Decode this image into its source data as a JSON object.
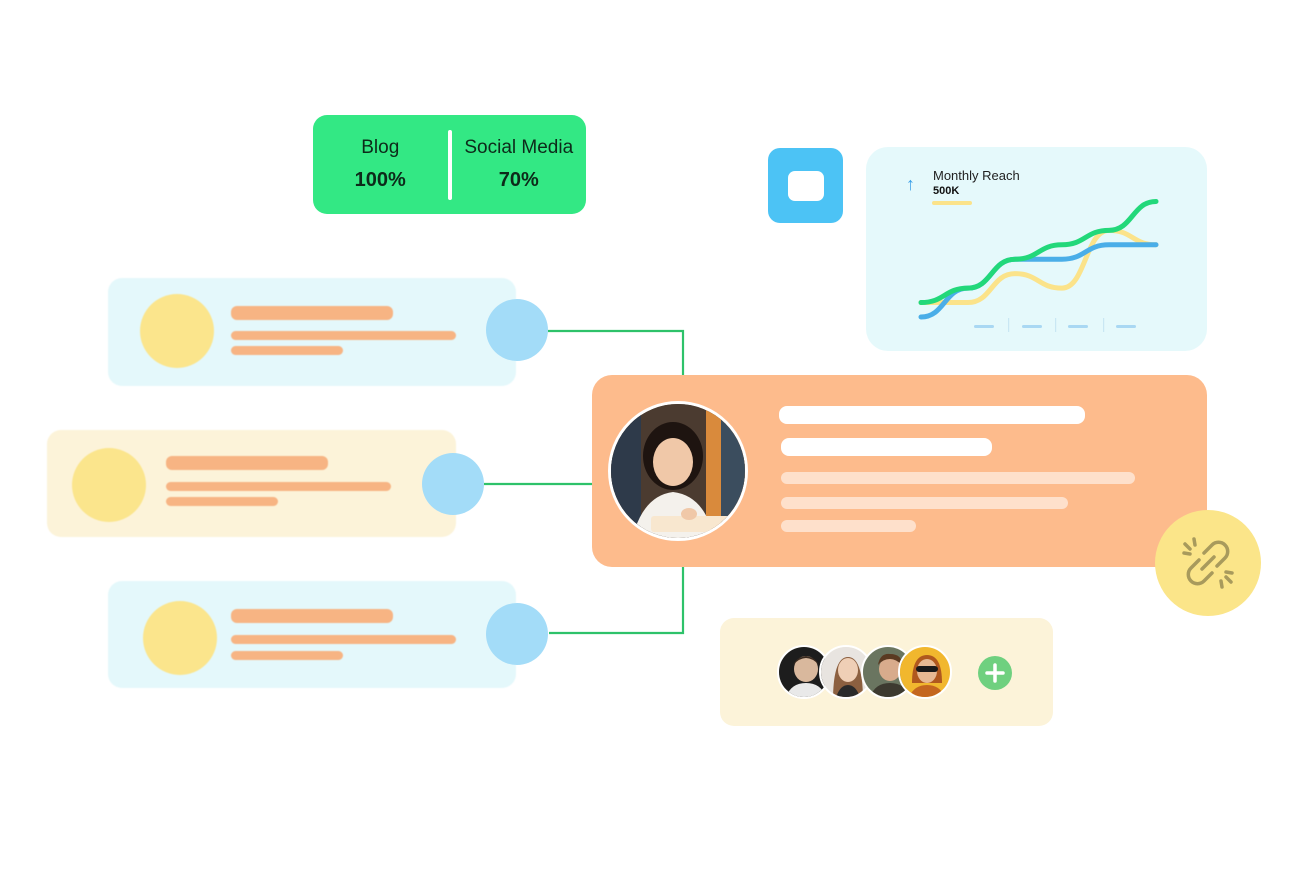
{
  "stats": {
    "items": [
      {
        "label": "Blog",
        "value": "100%"
      },
      {
        "label": "Social Media",
        "value": "70%"
      }
    ]
  },
  "reach": {
    "title": "Monthly Reach",
    "value": "500K",
    "arrow_icon": "arrow-up-icon"
  },
  "chart_data": {
    "type": "line",
    "title": "Monthly Reach",
    "series": [
      {
        "values": [
          1,
          2,
          4,
          5,
          6,
          8
        ]
      },
      {
        "values": [
          0,
          2,
          4,
          4,
          5,
          5
        ]
      },
      {
        "values": [
          1,
          1,
          3,
          2,
          6,
          5
        ]
      }
    ],
    "colors": [
      "#22d87a",
      "#4aaee8",
      "#fbe38a"
    ]
  },
  "icons": {
    "tile": "window-icon",
    "link": "broken-link-icon",
    "plus": "plus-icon"
  },
  "colors": {
    "green": "#33e884",
    "blue_tile": "#4cc3f5",
    "orange_card": "#fdbb8c",
    "cream": "#fcf3d9",
    "light_blue": "#e4f8fb",
    "connector": "#2ec26a"
  }
}
